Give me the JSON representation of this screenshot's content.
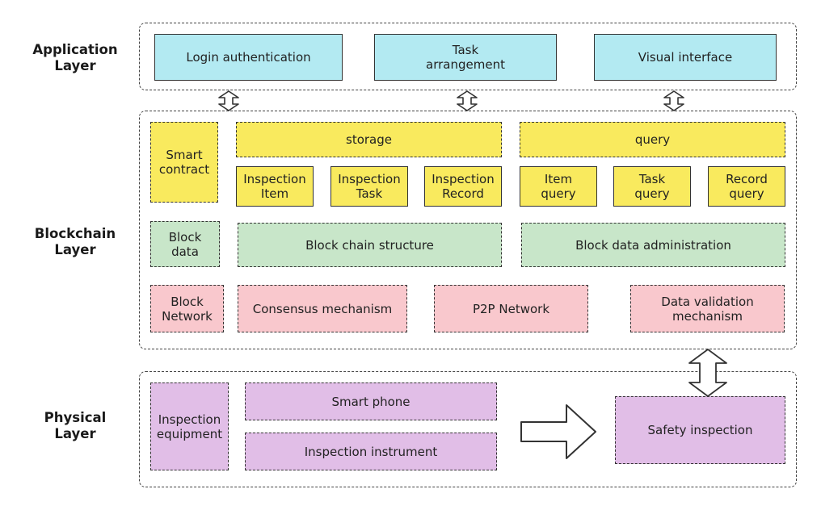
{
  "layers": {
    "application": {
      "label": [
        "Application",
        "Layer"
      ]
    },
    "blockchain": {
      "label": [
        "Blockchain",
        "Layer"
      ]
    },
    "physical": {
      "label": [
        "Physical",
        "Layer"
      ]
    }
  },
  "application_boxes": {
    "login": [
      "Login authentication"
    ],
    "task": [
      "Task",
      "arrangement"
    ],
    "visual": [
      "Visual interface"
    ]
  },
  "blockchain_boxes": {
    "smart_contract": [
      "Smart",
      "contract"
    ],
    "storage": [
      "storage"
    ],
    "query": [
      "query"
    ],
    "inspection_item": [
      "Inspection",
      "Item"
    ],
    "inspection_task": [
      "Inspection",
      "Task"
    ],
    "inspection_record": [
      "Inspection",
      "Record"
    ],
    "item_query": [
      "Item",
      "query"
    ],
    "task_query": [
      "Task",
      "query"
    ],
    "record_query": [
      "Record",
      "query"
    ],
    "block_data": [
      "Block",
      "data"
    ],
    "block_chain_structure": [
      "Block chain structure"
    ],
    "block_data_admin": [
      "Block data administration"
    ],
    "block_network": [
      "Block",
      "Network"
    ],
    "consensus": [
      "Consensus mechanism"
    ],
    "p2p": [
      "P2P Network"
    ],
    "data_validation": [
      "Data validation",
      "mechanism"
    ]
  },
  "physical_boxes": {
    "inspection_equipment": [
      "Inspection",
      "equipment"
    ],
    "smart_phone": [
      "Smart phone"
    ],
    "inspection_instrument": [
      "Inspection instrument"
    ],
    "safety_inspection": [
      "Safety inspection"
    ]
  },
  "colors": {
    "application": "#b3eaf2",
    "blockchain_top": "#f9ea5e",
    "blockchain_data": "#c8e6c9",
    "blockchain_network": "#f9c8cd",
    "physical": "#e1bee7"
  }
}
